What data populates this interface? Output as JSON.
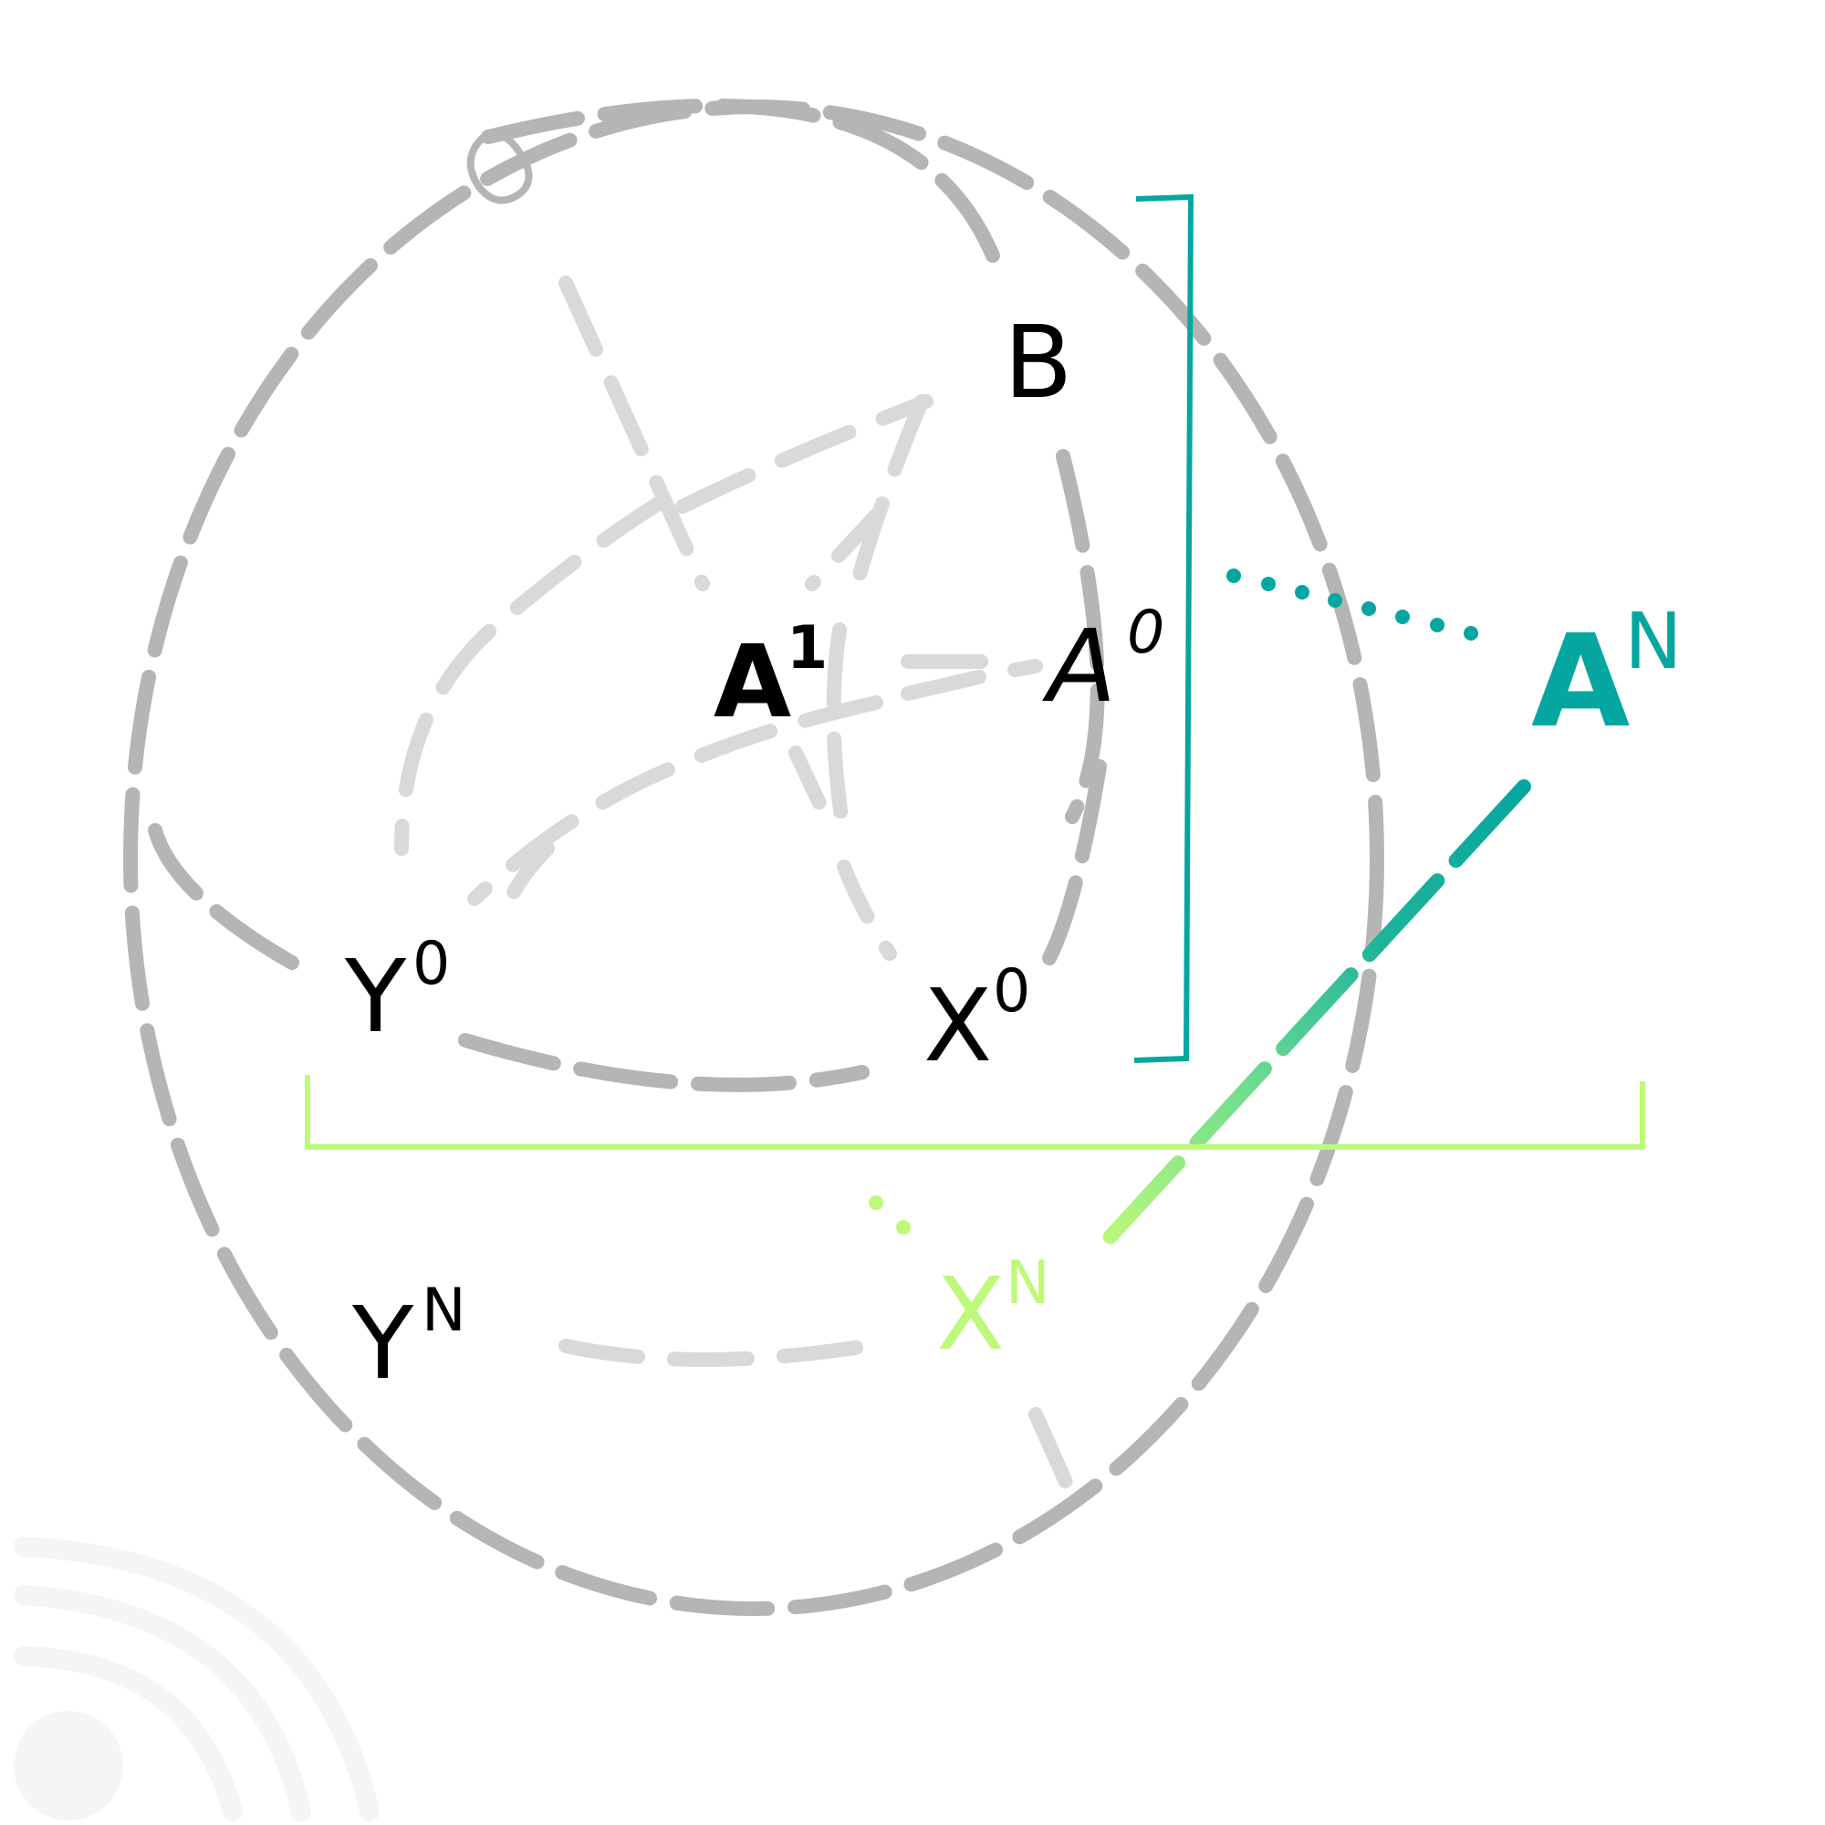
{
  "colors": {
    "outline_dark": "#b5b5b5",
    "outline_light": "#d9d9d9",
    "label": "#000000",
    "teal": "#06a6a0",
    "green_mid": "#1fb59a",
    "green_light": "#6fdc90",
    "lime": "#bef97a",
    "watermark": "#f5f5f5"
  },
  "nodes": {
    "b": {
      "base": "B",
      "sup": ""
    },
    "a0": {
      "base": "A",
      "sup": "0"
    },
    "a1": {
      "base": "A",
      "sup": "1"
    },
    "an": {
      "base": "A",
      "sup": "N"
    },
    "y0": {
      "base": "Y",
      "sup": "0"
    },
    "x0": {
      "base": "X",
      "sup": "0"
    },
    "yn": {
      "base": "Y",
      "sup": "N"
    },
    "xn": {
      "base": "X",
      "sup": "N"
    }
  },
  "icons": {
    "watermark": "wifi-signal-icon"
  }
}
